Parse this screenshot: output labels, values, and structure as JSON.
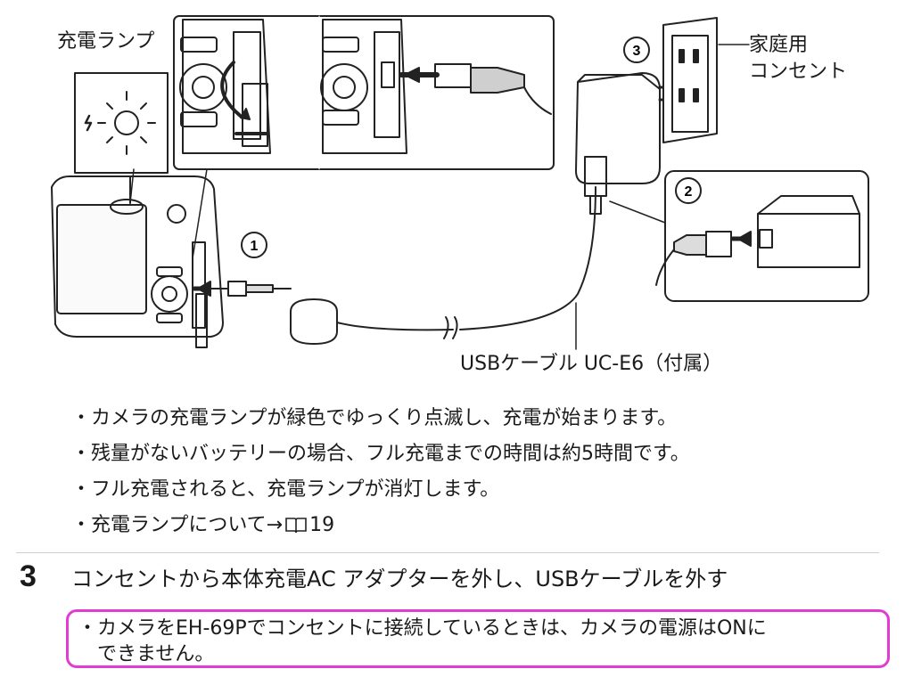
{
  "diagram": {
    "charge_lamp_label": "充電ランプ",
    "outlet_label_line1": "家庭用",
    "outlet_label_line2": "コンセント",
    "cable_label": "USBケーブル UC-E6（付属）",
    "step_markers": [
      "1",
      "2",
      "3"
    ]
  },
  "bullets": [
    "カメラの充電ランプが緑色でゆっくり点滅し、充電が始まります。",
    "残量がないバッテリーの場合、フル充電までの時間は約5時間です。",
    "フル充電されると、充電ランプが消灯します。",
    "充電ランプについて→",
    "19"
  ],
  "bullet_glyph": "・",
  "step": {
    "number": "3",
    "text": "コンセントから本体充電AC アダプターを外し、USBケーブルを外す"
  },
  "note": {
    "line1": "カメラをEH-69Pでコンセントに接続しているときは、カメラの電源はONに",
    "line2": "できません。"
  },
  "colors": {
    "highlight_border": "#e23bd6",
    "ink": "#1a1a1a"
  },
  "icons": [
    "book-reference-icon",
    "bullet-dot"
  ]
}
